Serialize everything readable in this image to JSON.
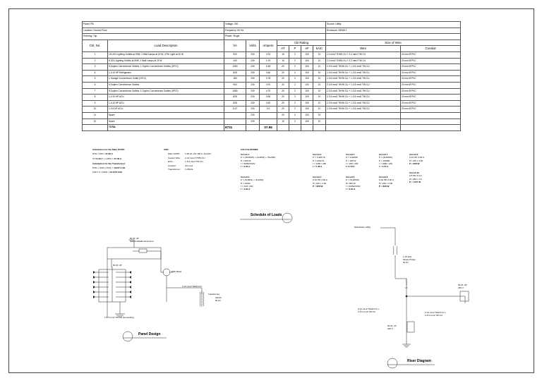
{
  "info": [
    [
      "Panel: PB",
      "Voltage: 230",
      "Source: Utility"
    ],
    [
      "Location: Ground Floor",
      "Frequency: 60 Hz",
      "Enclosure: NEMA 1"
    ],
    [
      "Entering: Top",
      "Phase: Single",
      ""
    ]
  ],
  "headers": {
    "ckt": "Ckt. No.",
    "desc": "Load Description",
    "va": "VA",
    "volts": "Volts",
    "ampere": "Ampere",
    "cb": "CB Rating",
    "at": "AT",
    "p": "P",
    "af": "AF",
    "kaic": "kAIC",
    "size": "Size of Wire",
    "wire": "Wire",
    "conduit": "Conduit"
  },
  "circuits": [
    [
      "1",
      "16 LED Lighting Outlets at 50W, 2 Wall Lamps at 20 W, 3 Pin Light at 20 W",
      "900",
      "230",
      "3.91",
      "15",
      "2",
      "100",
      "10",
      "2-2 mm2 THHN CU + 2-2 mm2 TW CU",
      "20 mm Ø PVC"
    ],
    [
      "2",
      "8 LED Lighting Outlets at 50W, 2 Wall Lamps at 20 W",
      "440",
      "230",
      "1.91",
      "15",
      "2",
      "100",
      "10",
      "2-2 mm2 THHN CU + 2-2 mm2 TW CU",
      "20 mm Ø PVC"
    ],
    [
      "3",
      "5 Duplex Convenience Outlets, 1 Duplex Convenience Outlets (GFCI)",
      "1260",
      "230",
      "5.48",
      "20",
      "2",
      "100",
      "10",
      "2-3.5 mm2 THHN CU + 1-3.5 mm2 TW CU",
      "20 mm Ø PVC"
    ],
    [
      "4",
      "1-0.10 HP Refrigerator",
      "828",
      "230",
      "3.60",
      "20",
      "2",
      "100",
      "10",
      "2-3.5 mm2 THHN CU + 1-3.5 mm2 TW CU",
      "20 mm Ø PVC"
    ],
    [
      "5",
      "1 Garage Convenience Outlet (GFCI)",
      "180",
      "230",
      "0.78",
      "20",
      "2",
      "100",
      "10",
      "2-3.5 mm2 THHN CU + 1-3.5 mm2 TW CU",
      "20 mm Ø PVC"
    ],
    [
      "6",
      "5 Duplex Convenience Outlets",
      "900",
      "230",
      "3.91",
      "20",
      "2",
      "100",
      "10",
      "2-3.5 mm2 THHN CU + 1-3.5 mm2 TW CU",
      "20 mm Ø PVC"
    ],
    [
      "7",
      "5 Duplex Convenience Outlets, 1 Duplex Convenience Outlets (GFCI)",
      "1080",
      "230",
      "4.70",
      "20",
      "2",
      "100",
      "10",
      "2-3.5 mm2 THHN CU + 1-3.5 mm2 TW CU",
      "20 mm Ø PVC"
    ],
    [
      "8",
      "1-0.10 HP ACU",
      "828",
      "230",
      "3.60",
      "20",
      "2",
      "100",
      "10",
      "2-3.5 mm2 THHN CU + 1-3.5 mm2 TW CU",
      "20 mm Ø PVC"
    ],
    [
      "9",
      "1-0.10 HP ACU",
      "828",
      "230",
      "3.60",
      "20",
      "2",
      "100",
      "10",
      "2-3.5 mm2 THHN CU + 1-3.5 mm2 TW CU",
      "20 mm Ø PVC"
    ],
    [
      "10",
      "1-0.5 HP ACU",
      "1127",
      "230",
      "4.9",
      "20",
      "2",
      "100",
      "10",
      "2-3.5 mm2 THHN CU + 1-3.5 mm2 TW CU",
      "20 mm Ø PVC"
    ],
    [
      "11",
      "Spare",
      "",
      "230",
      "",
      "20",
      "2",
      "100",
      "10",
      "",
      ""
    ],
    [
      "12",
      "Spare",
      "",
      "230",
      "",
      "15",
      "2",
      "100",
      "10",
      "",
      ""
    ]
  ],
  "total": {
    "label": "TOTAL",
    "va": "8731",
    "ampere": "37.96"
  },
  "main_ocpd": {
    "title": "Calculation for the Main OCPD:",
    "line1": "8731 / 230 = ",
    "line1_b": "37.96 A",
    "line2": "37.96(80)? x 1.25% = ",
    "line2_b": "47.45 A",
    "title2": "Calculation for the Transformer:",
    "line3": "8731 + 50% x 8731 = ",
    "line3_b": "10477.2 VA",
    "line4": "10477.2 / 1000 = ",
    "line4_b": "10.4772 kVA"
  },
  "use": {
    "title": "USE:",
    "rows": [
      [
        "Main OCPD:",
        "1-50 AT, 2P, 100 F, 10 kAIC"
      ],
      [
        "Feeder Wire:",
        "2-14 mm2  THHN CU"
      ],
      [
        "ECG:",
        "1-5.5 mm2 TW CU"
      ],
      [
        "Conduit:",
        "20 mm2"
      ],
      [
        "Transformer:",
        "1-15kVa"
      ]
    ]
  },
  "calculations": {
    "title": "CALCULATIONS:",
    "c1": {
      "t": "Circuit 1",
      "lines": [
        "P = (16x50W) + (2x20W) + (3x20W)",
        "P = 900 W",
        "I = 900W/230V"
      ],
      "res": "I = 3.91 A"
    },
    "c2": {
      "t": "Circuit 2",
      "lines": [
        "P = (8x50W) + (2x20W)",
        "P = 440W",
        "I = 440 / 230"
      ],
      "res": "I = 1.91 A"
    },
    "c3": {
      "t": "Circuit 3",
      "lines": [
        "P = 7x180 W",
        "P = 1260 W",
        "I = 1260 / 230"
      ],
      "res": "I = 5.48 A"
    },
    "c4": {
      "t": "Circuit 4",
      "lines": [
        "0.10 HP-3.60 A",
        "P= 230 x 3.60"
      ],
      "res": "P = 828 W"
    },
    "c5": {
      "t": "Circuit 5",
      "lines": [
        "P = 1x180W",
        "P = 180 W",
        "I = 180 / 230"
      ],
      "res": "I= 0.78 A"
    },
    "c6": {
      "t": "Circuit 6",
      "lines": [
        "P = (5x180W)",
        "P= 900 W",
        "I = 900W/230V"
      ],
      "res": "I = 3.91 A"
    },
    "c7": {
      "t": "Circuit 7",
      "lines": [
        "P = (6x180W)",
        "P = 1080W",
        "I = 1080 / 230"
      ],
      "res": "I = 4.70 A"
    },
    "c8": {
      "t": "Circuit 8",
      "lines": [
        "0.10 HP-3.60 A",
        "P= 230 x 3.60"
      ],
      "res": "P = 828 W"
    },
    "c9": {
      "t": "Circuit 9",
      "lines": [
        "0.10 HP-3.60 A",
        "P= 230 x 3.60"
      ],
      "res": "P = 828 W"
    },
    "c10": {
      "t": "Circuit 10",
      "lines": [
        "0.5 HP-4.9 A",
        "P= 230 x 4.9"
      ],
      "res": "P = 1127 W"
    }
  },
  "titles": {
    "schedule": "Schedule of Loads",
    "panel": "Panel Design",
    "riser": "Riser Diagram"
  },
  "panel": {
    "main_cb": "50 AT, 2P",
    "enclosure": "NEMA Metallic Enclosure",
    "branch_cb": "50 AT, 2P",
    "meter": "kWh Meter",
    "wire": "2-14 mm2 THHN CU",
    "transformer": "Transformer",
    "transformer_kva": "15kVA",
    "transformer_hz": "60 Hz",
    "ground": "1-5.5 mm2 TW CU (Grounding)"
  },
  "riser": {
    "utility": "Distribution Utility",
    "tx": [
      "1-15 kVA",
      "Single Phase",
      "60 Hz"
    ],
    "cb_right": [
      "50 AT, 2P",
      "230 V"
    ],
    "wire_left": [
      "2-14 mm2 THHN CU +",
      "1-5.5 mm2 TW CU"
    ],
    "wire_right": [
      "2-14 mm2 THHN CU +",
      "1-5.5 mm2 TW CU"
    ],
    "cb_bottom": [
      "50 AT, 2P",
      "230 V"
    ],
    "lt": "LT"
  }
}
